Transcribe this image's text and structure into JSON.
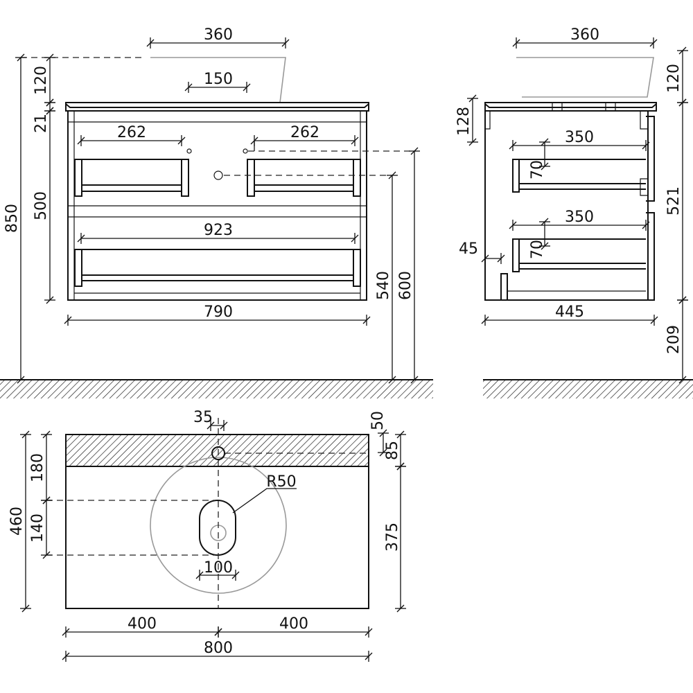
{
  "front_view": {
    "basin_width": "360",
    "basin_drain": "150",
    "handle_left": "262",
    "handle_right": "262",
    "handle_bottom": "923",
    "cabinet_width": "790",
    "total_height": "850",
    "basin_height": "120",
    "top_thickness": "21",
    "cabinet_height": "500",
    "drain_height": "540",
    "water_height": "600"
  },
  "side_view": {
    "basin_width": "360",
    "basin_height": "120",
    "body_height": "521",
    "mount_height": "209",
    "top_drawer_offset": "128",
    "drawer_depth_top": "350",
    "drawer_depth_bottom": "350",
    "handle_height_top": "70",
    "handle_height_bottom": "70",
    "foot_offset": "45",
    "depth": "445"
  },
  "top_view": {
    "tap_hole": "35",
    "tap_offset": "50",
    "hatched_band": "85",
    "basin_zone": "375",
    "depth": "460",
    "drain_offset": "180",
    "drain_length": "140",
    "drain_radius": "R50",
    "drain_width": "100",
    "half_left": "400",
    "half_right": "400",
    "width": "800"
  }
}
